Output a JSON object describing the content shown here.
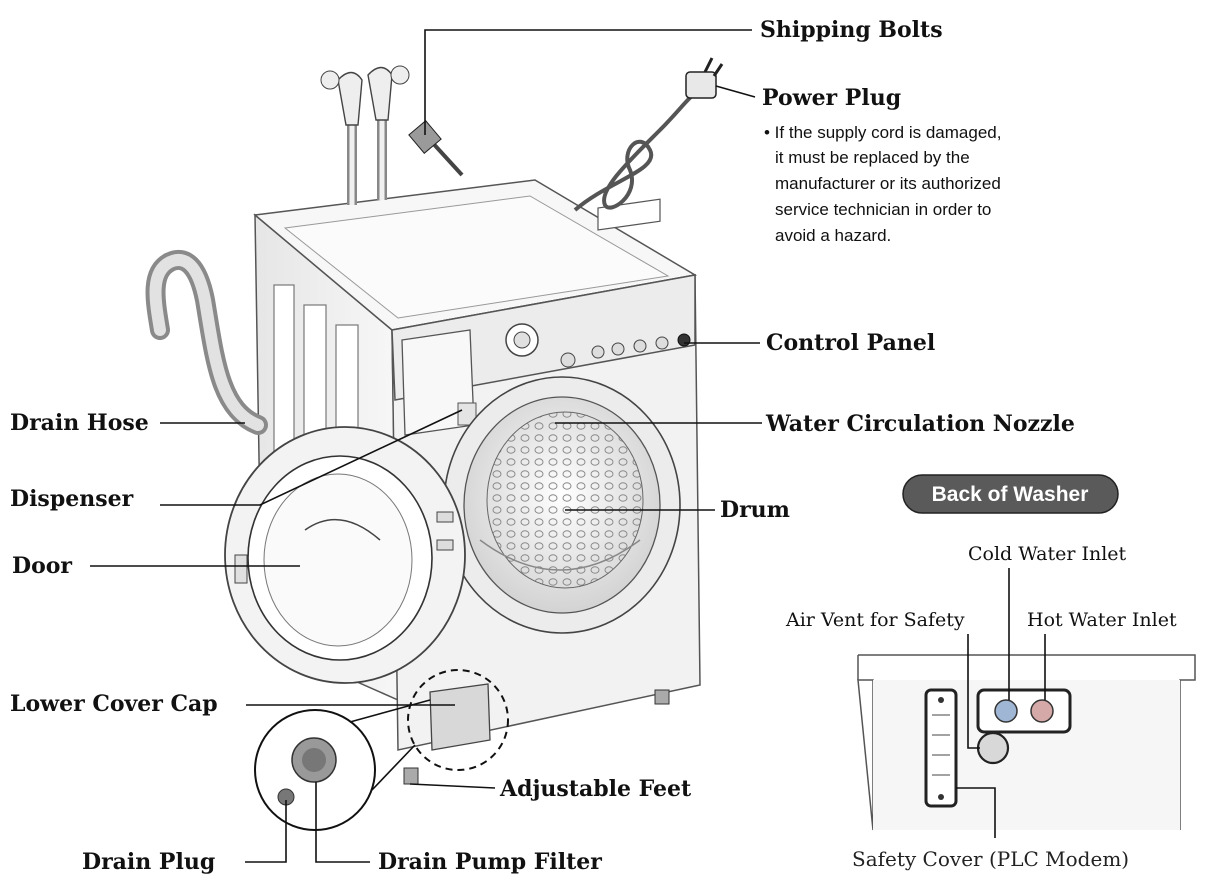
{
  "labels": {
    "shipping_bolts": "Shipping Bolts",
    "power_plug": "Power Plug",
    "power_plug_note": [
      "• If the supply cord is damaged,",
      "it must be replaced by the",
      "manufacturer or its authorized",
      "service technician in order to",
      "avoid a hazard."
    ],
    "control_panel": "Control Panel",
    "drain_hose": "Drain Hose",
    "water_circulation_nozzle": "Water Circulation Nozzle",
    "dispenser": "Dispenser",
    "drum": "Drum",
    "door": "Door",
    "lower_cover_cap": "Lower Cover Cap",
    "adjustable_feet": "Adjustable Feet",
    "drain_plug": "Drain Plug",
    "drain_pump_filter": "Drain Pump Filter"
  },
  "back_of_washer": {
    "title": "Back of Washer",
    "cold_water_inlet": "Cold Water Inlet",
    "air_vent": "Air Vent for Safety",
    "hot_water_inlet": "Hot Water Inlet",
    "safety_cover": "Safety Cover (PLC Modem)"
  },
  "colors": {
    "badge_bg": "#5a5a5a",
    "machine_fill": "#f4f4f4",
    "line": "#111111"
  }
}
